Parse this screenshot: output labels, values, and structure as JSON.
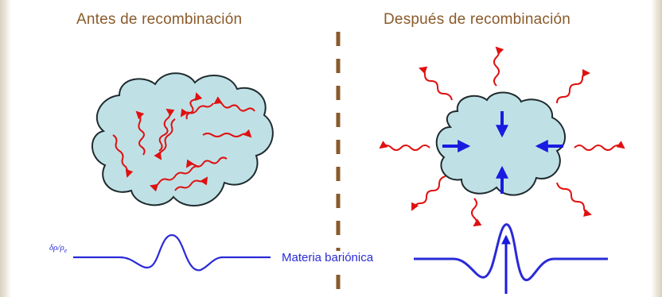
{
  "headings": {
    "before": "Antes de recombinación",
    "after": "Después de recombinación"
  },
  "labels": {
    "density_contrast": "δρ/ρ",
    "density_contrast_subscript": "e",
    "baryonic_matter": "Materia bariónica"
  },
  "colors": {
    "heading": "#8a5a2a",
    "cloud_fill": "#bfe1e6",
    "cloud_stroke": "#1f2b2e",
    "photon": "#e01010",
    "baryon_wave": "#2a2ad8",
    "divider": "#8a5a2a"
  },
  "icons": {
    "photon": "wavy-arrow-icon",
    "gravity": "arrow-icon"
  }
}
